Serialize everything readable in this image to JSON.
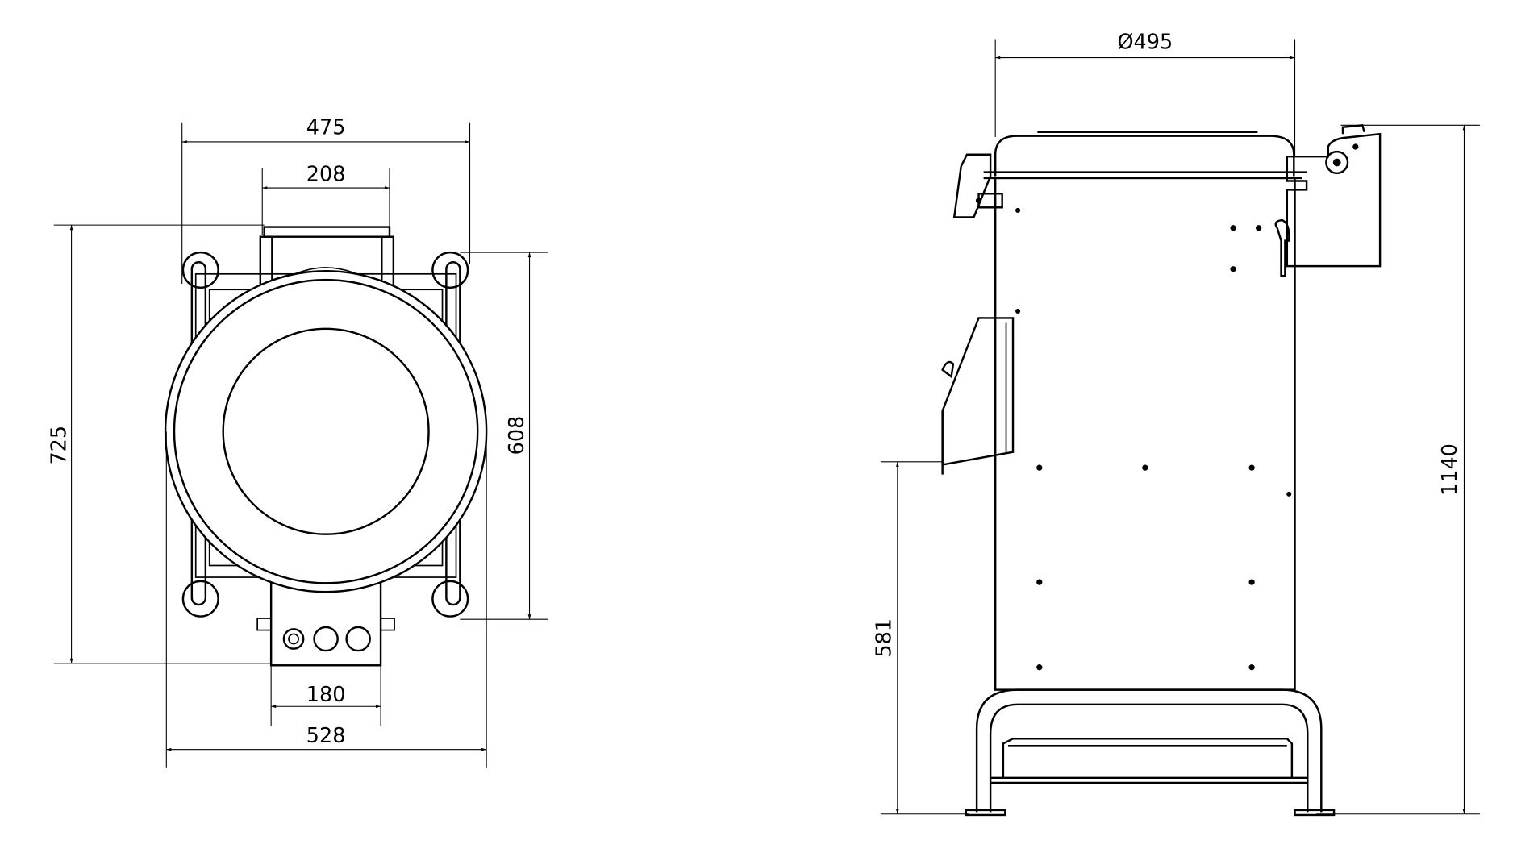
{
  "drawing": {
    "top_view": {
      "dimensions": {
        "overall_width_top": "475",
        "bracket_width": "208",
        "overall_depth": "725",
        "feet_spacing": "608",
        "control_box_width": "180",
        "overall_width_bottom": "528"
      }
    },
    "side_view": {
      "dimensions": {
        "drum_diameter": "Ø495",
        "overall_height": "1140",
        "outlet_height": "581"
      }
    }
  }
}
